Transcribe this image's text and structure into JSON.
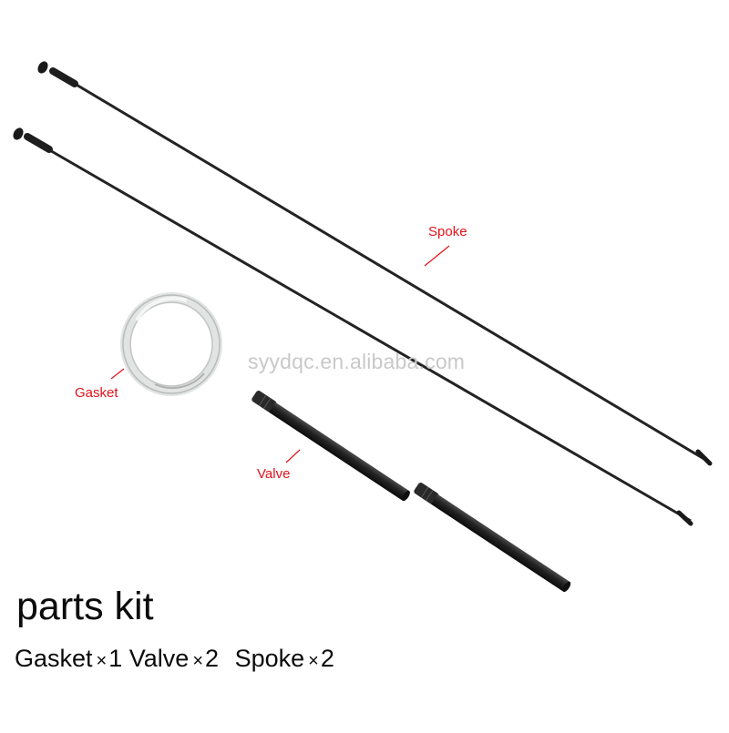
{
  "labels": {
    "spoke": "Spoke",
    "gasket": "Gasket",
    "valve": "Valve"
  },
  "watermark": "syydqc.en.alibaba.com",
  "title": "parts kit",
  "summary": {
    "items": [
      {
        "name": "Gasket",
        "times": "×",
        "qty": "1"
      },
      {
        "name": "Valve",
        "times": "×",
        "qty": "2"
      },
      {
        "name": "Spoke",
        "times": "×",
        "qty": "2"
      }
    ]
  },
  "colors": {
    "label_red": "#e3131b",
    "part_dark": "#1e1e1e",
    "watermark_gray": "#c9c9c9",
    "gasket_silver": "#d6d8d8"
  },
  "icons": [
    "spoke-icon",
    "gasket-icon",
    "valve-icon"
  ]
}
